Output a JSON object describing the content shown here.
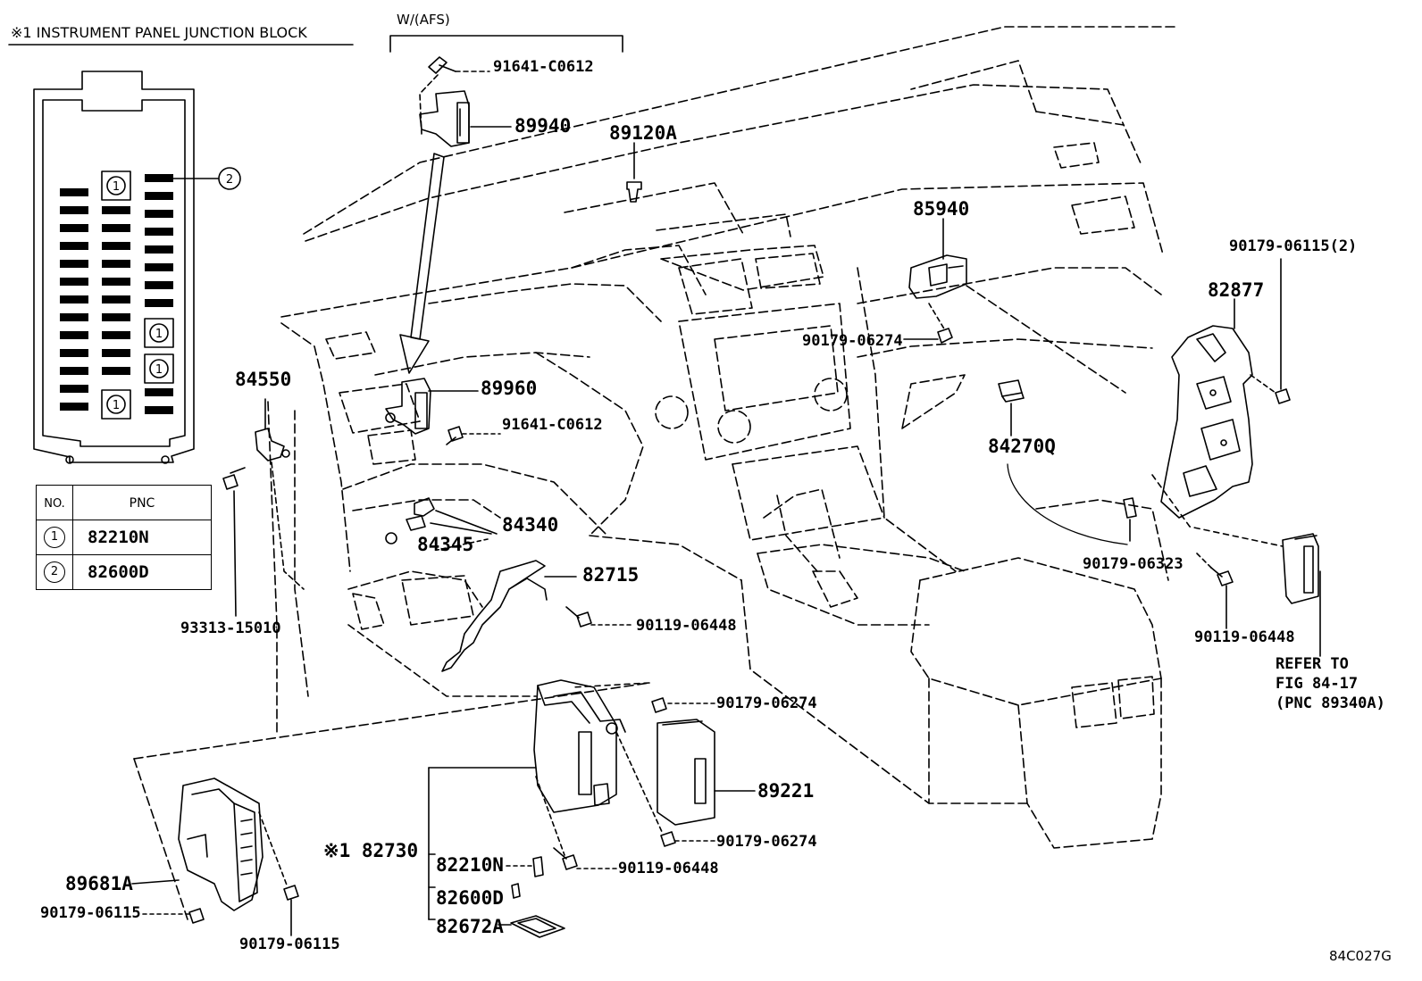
{
  "header": {
    "jb_title": "※1 INSTRUMENT PANEL JUNCTION BLOCK",
    "afs_note": "W/(AFS)"
  },
  "junction_block": {
    "markers": [
      "1",
      "1",
      "1",
      "1",
      "2"
    ]
  },
  "pnc_table": {
    "headers": [
      "NO.",
      "PNC"
    ],
    "rows": [
      {
        "no": "1",
        "pnc": "82210N"
      },
      {
        "no": "2",
        "pnc": "82600D"
      }
    ]
  },
  "labels": {
    "p91641_top": "91641-C0612",
    "p89940": "89940",
    "p89120A": "89120A",
    "p85940": "85940",
    "p90179_06115_2": "90179-06115(2)",
    "p82877": "82877",
    "p90179_06274_upper": "90179-06274",
    "p84550": "84550",
    "p89960": "89960",
    "p91641_mid": "91641-C0612",
    "p84270Q": "84270Q",
    "p84340": "84340",
    "p84345": "84345",
    "p82715": "82715",
    "p90179_06323": "90179-06323",
    "p93313": "93313-15010",
    "p90119_06448_mid": "90119-06448",
    "p90119_06448_right": "90119-06448",
    "refer_line1": "REFER TO",
    "refer_line2": "FIG 84-17",
    "refer_line3": "(PNC 89340A)",
    "p90179_06274_a": "90179-06274",
    "p89221": "89221",
    "p90179_06274_b": "90179-06274",
    "p82730": "※1 82730",
    "p82210N": "82210N",
    "p90119_06448_low": "90119-06448",
    "p82600D": "82600D",
    "p82672A": "82672A",
    "p89681A": "89681A",
    "p90179_06115_left": "90179-06115",
    "p90179_06115_low": "90179-06115",
    "fig_code": "84C027G"
  }
}
